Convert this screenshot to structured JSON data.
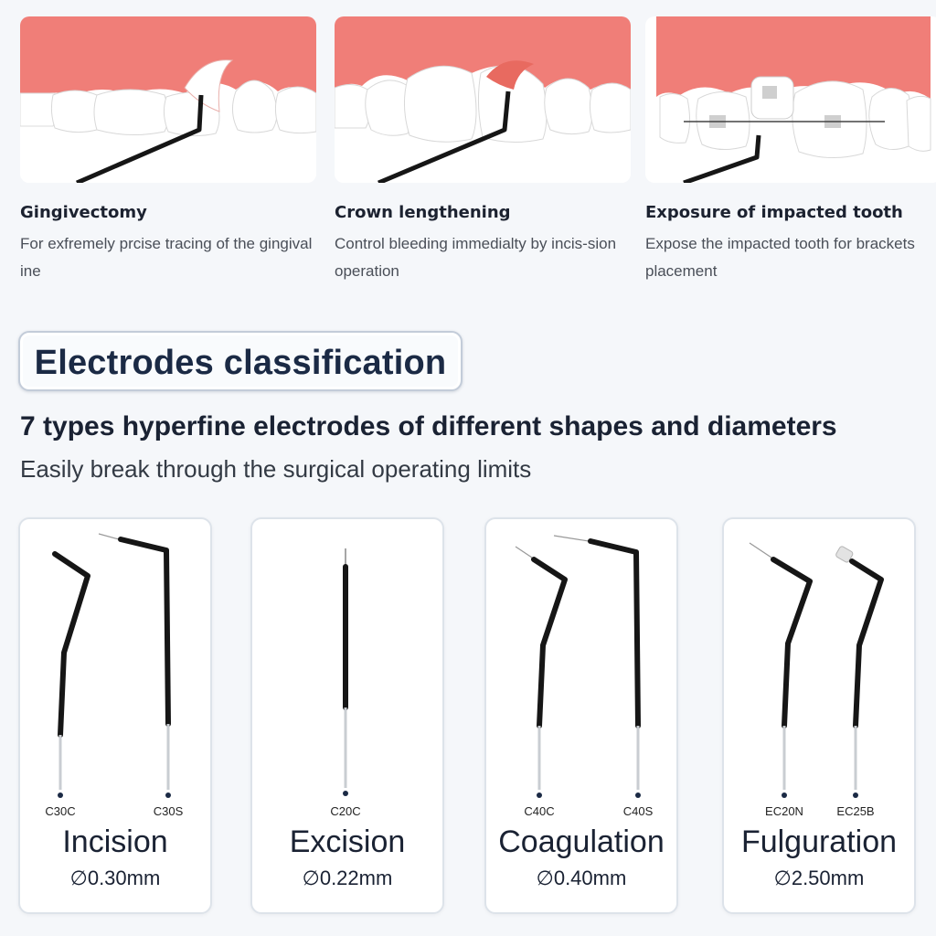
{
  "procedures": [
    {
      "title": "Gingivectomy",
      "desc": "For exfremely prcise tracing of the gingival ine"
    },
    {
      "title": "Crown lengthening",
      "desc": "Control bleeding immedialty by incis-sion operation"
    },
    {
      "title": "Exposure of impacted tooth",
      "desc": "Expose the impacted tooth for brackets placement"
    }
  ],
  "section_title": "Electrodes classification",
  "headline": "7 types hyperfine electrodes of different shapes and diameters",
  "subhead": "Easily break through the surgical operating limits",
  "cards": [
    {
      "name": "Incision",
      "diameter": "∅0.30mm",
      "codes": [
        "C30C",
        "C30S"
      ]
    },
    {
      "name": "Excision",
      "diameter": "∅0.22mm",
      "codes": [
        "C20C"
      ]
    },
    {
      "name": "Coagulation",
      "diameter": "∅0.40mm",
      "codes": [
        "C40C",
        "C40S"
      ]
    },
    {
      "name": "Fulguration",
      "diameter": "∅2.50mm",
      "codes": [
        "EC20N",
        "EC25B"
      ]
    }
  ],
  "colors": {
    "gum": "#f07e78",
    "electrode": "#161616",
    "shaft": "#c9cdd2",
    "title_dark": "#1b2a45"
  }
}
